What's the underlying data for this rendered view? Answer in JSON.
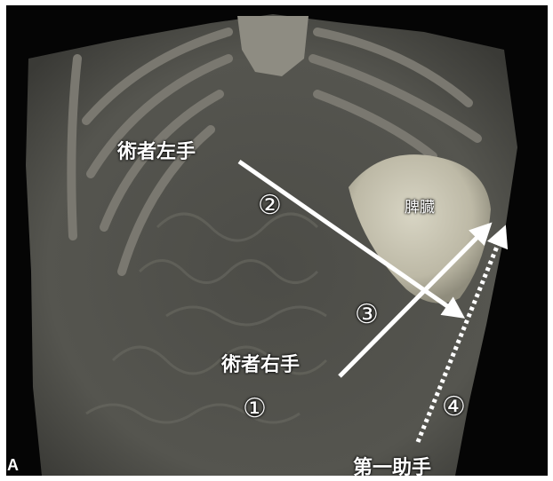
{
  "figure": {
    "panel_label": "A",
    "labels": {
      "surgeon_left_hand": "術者左手",
      "surgeon_right_hand": "術者右手",
      "first_assistant_hand": "第一助手",
      "spleen": "脾臓"
    },
    "markers": [
      "①",
      "②",
      "③",
      "④"
    ]
  },
  "colors": {
    "background": "#050505",
    "tissue": "#5a5a54",
    "spleen": "#cfcbb8",
    "arrow": "#ffffff"
  }
}
